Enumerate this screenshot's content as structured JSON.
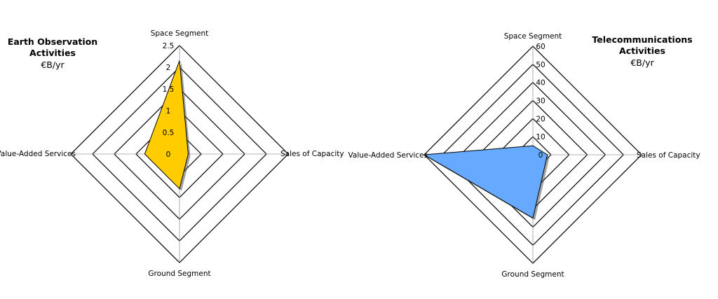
{
  "chart_data": [
    {
      "type": "radar",
      "title_lines": [
        "Earth Observation",
        "Activities"
      ],
      "unit": "€B/yr",
      "axes": [
        "Space Segment",
        "Sales of Capacity",
        "Ground Segment",
        "Value-Added Services"
      ],
      "ticks": [
        "0",
        "0.5",
        "1",
        "1.5",
        "2",
        "2.5"
      ],
      "range": [
        0,
        2.5
      ],
      "series": [
        {
          "values": [
            2.15,
            0.2,
            0.8,
            0.8
          ],
          "color": "#FFCC00"
        }
      ]
    },
    {
      "type": "radar",
      "title_lines": [
        "Telecommunications",
        "Activities"
      ],
      "unit": "€B/yr",
      "axes": [
        "Space Segment",
        "Sales of Capacity",
        "Ground Segment",
        "Value-Added Services"
      ],
      "ticks": [
        "0",
        "10",
        "20",
        "30",
        "40",
        "50",
        "60"
      ],
      "range": [
        0,
        60
      ],
      "series": [
        {
          "values": [
            5,
            8,
            35,
            60
          ],
          "color": "#66AAFF"
        }
      ]
    }
  ]
}
